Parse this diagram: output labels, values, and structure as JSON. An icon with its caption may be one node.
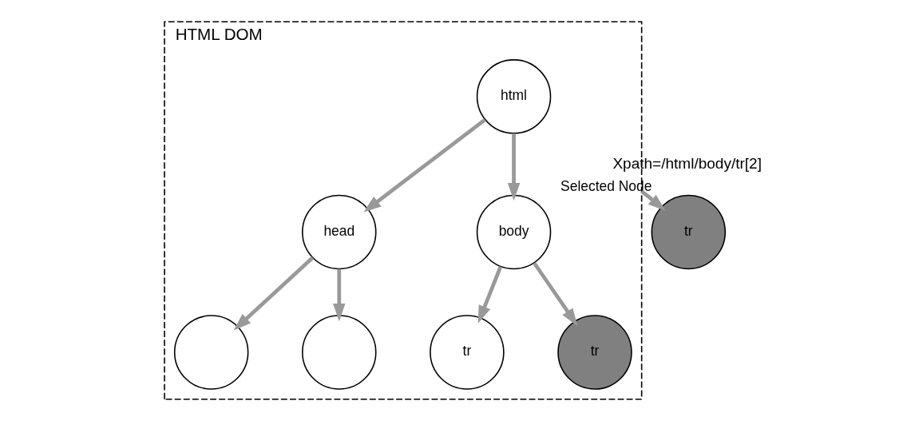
{
  "diagram": {
    "nodes": [
      {
        "text": [
          "HTML DOM"
        ]
      },
      {
        "text": [
          "html"
        ],
        "in": 0
      },
      {
        "text": [
          "head"
        ],
        "in": 0
      },
      {
        "text": [
          "body"
        ],
        "in": 0
      },
      {
        "text": [],
        "shape": "circle",
        "in": 0
      },
      {
        "text": [],
        "shape": "circle",
        "in": 0
      },
      {
        "text": [
          "tr"
        ],
        "in": 0
      },
      {
        "text": [
          "tr"
        ],
        "in": 0
      },
      {
        "text": [
          "tr"
        ],
        "beside": [
          "Selected Node"
        ]
      }
    ],
    "edges": [
      {
        "from": 1,
        "to": 2,
        "arrow": "to"
      },
      {
        "from": 1,
        "to": 3,
        "arrow": "to"
      },
      {
        "from": 2,
        "to": 4,
        "arrow": "to"
      },
      {
        "from": 2,
        "to": 5,
        "arrow": "to"
      },
      {
        "from": 3,
        "to": 6,
        "arrow": "to"
      },
      {
        "from": 3,
        "to": 7,
        "arrow": "to"
      },
      {
        "from": 0,
        "to": 8,
        "arrow": "to",
        "label": "Xpath=/html/body/tr[2]"
      }
    ]
  }
}
